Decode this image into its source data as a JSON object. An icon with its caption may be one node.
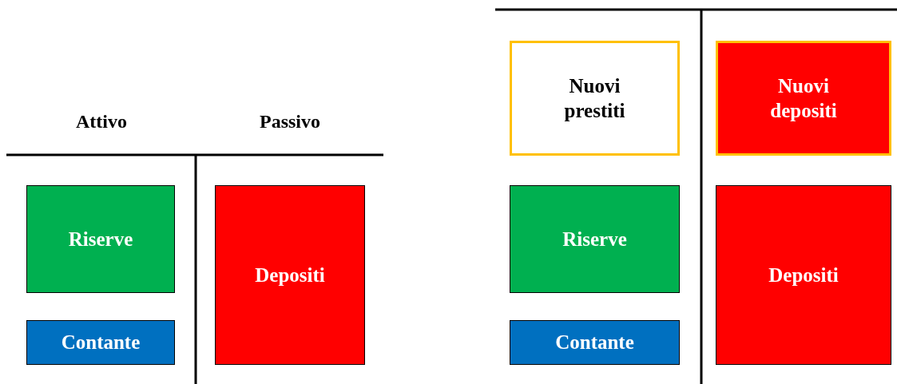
{
  "diagram": {
    "nodes": [
      {
        "text": [
          "Riserve"
        ]
      },
      {
        "text": [
          "Contante"
        ]
      },
      {
        "text": [
          "Depositi"
        ]
      },
      {
        "text": [
          "Nuovi prestiti"
        ]
      },
      {
        "text": [
          "Nuovi depositi"
        ]
      },
      {
        "text": [
          "Riserve"
        ]
      },
      {
        "text": [
          "Contante"
        ]
      },
      {
        "text": [
          "Depositi"
        ]
      }
    ],
    "labels": [
      "Attivo",
      "Passivo"
    ]
  }
}
